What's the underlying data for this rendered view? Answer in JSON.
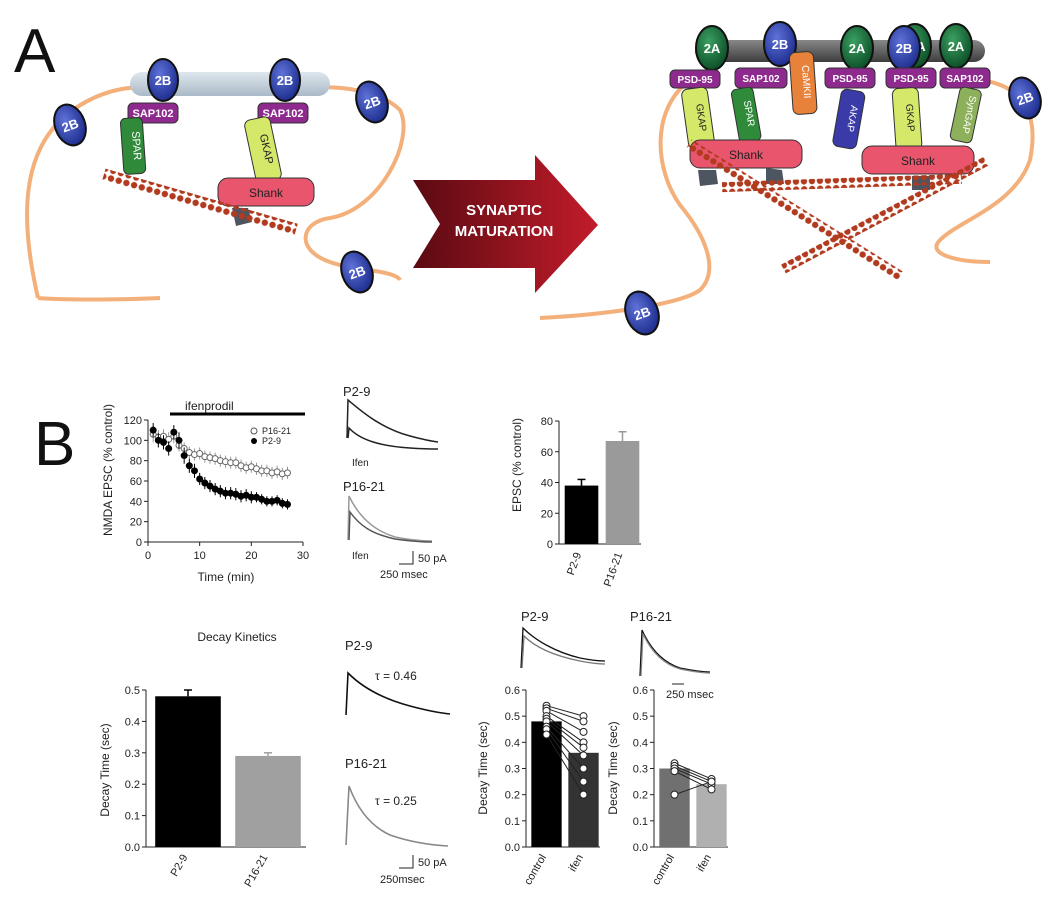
{
  "panel_a": {
    "letter": "A",
    "arrow_label_line1": "SYNAPTIC",
    "arrow_label_line2": "MATURATION",
    "immature": {
      "receptor": "2B",
      "scaffolds": [
        "SAP102",
        "SAP102",
        "SPAR",
        "GKAP",
        "Shank"
      ]
    },
    "mature": {
      "receptors": [
        "2A",
        "2B",
        "2A",
        "2B",
        "A",
        "2A",
        "2B"
      ],
      "scaffolds": [
        "PSD-95",
        "SAP102",
        "CaMKII",
        "PSD-95",
        "PSD-95",
        "SAP102",
        "GKAP",
        "SPAR",
        "AKAP",
        "GKAP",
        "SynGAP",
        "Shank",
        "Shank"
      ]
    }
  },
  "panel_b": {
    "letter": "B",
    "time_course": {
      "bar_label": "ifenprodil",
      "ylabel": "NMDA EPSC (% control)",
      "xlabel": "Time (min)",
      "yticks": [
        "0",
        "20",
        "40",
        "60",
        "80",
        "100",
        "120"
      ],
      "xticks": [
        "0",
        "10",
        "20",
        "30"
      ],
      "legend": [
        "P16-21",
        "P2-9"
      ]
    },
    "traces_top": {
      "label_p29": "P2-9",
      "label_p1621": "P16-21",
      "ifen_1": "Ifen",
      "ifen_2": "Ifen",
      "scale_pa": "50 pA",
      "scale_ms": "250 msec"
    },
    "epsc_bar": {
      "ylabel": "EPSC (% control)",
      "yticks": [
        "0",
        "20",
        "40",
        "60",
        "80"
      ]
    },
    "decay": {
      "title": "Decay  Kinetics",
      "ylabel": "Decay Time (sec)",
      "yticks": [
        "0.0",
        "0.1",
        "0.2",
        "0.3",
        "0.4",
        "0.5"
      ]
    },
    "decay_traces": {
      "label_p29": "P2-9",
      "tau_p29": "τ = 0.46",
      "label_p1621": "P16-21",
      "tau_p1621": "τ = 0.25",
      "scale_pa": "50 pA",
      "scale_ms": "250msec"
    },
    "paired": {
      "label_p29": "P2-9",
      "label_p1621": "P16-21",
      "scale_ms": "250 msec",
      "ylabel": "Decay Time (sec)",
      "yticks": [
        "0.0",
        "0.1",
        "0.2",
        "0.3",
        "0.4",
        "0.5",
        "0.6"
      ]
    }
  },
  "chart_data": [
    {
      "type": "scatter",
      "xlabel": "Time (min)",
      "ylabel": "NMDA EPSC (% control)",
      "xlim": [
        0,
        30
      ],
      "ylim": [
        0,
        120
      ],
      "series": [
        {
          "name": "P16-21",
          "color": "#ffffff",
          "x": [
            1,
            2,
            3,
            4,
            5,
            6,
            7,
            8,
            9,
            10,
            11,
            12,
            13,
            14,
            15,
            16,
            17,
            18,
            19,
            20,
            21,
            22,
            23,
            24,
            25,
            26,
            27
          ],
          "y": [
            106,
            103,
            104,
            101,
            104,
            95,
            92,
            88,
            86,
            87,
            84,
            83,
            82,
            80,
            79,
            78,
            78,
            75,
            73,
            74,
            72,
            70,
            70,
            68,
            69,
            67,
            68
          ],
          "err": [
            8,
            7,
            7,
            7,
            7,
            6,
            6,
            6,
            6,
            6,
            6,
            6,
            6,
            6,
            6,
            6,
            6,
            6,
            6,
            6,
            6,
            6,
            6,
            6,
            6,
            6,
            6
          ]
        },
        {
          "name": "P2-9",
          "color": "#000000",
          "x": [
            1,
            2,
            3,
            4,
            5,
            6,
            7,
            8,
            9,
            10,
            11,
            12,
            13,
            14,
            15,
            16,
            17,
            18,
            19,
            20,
            21,
            22,
            23,
            24,
            25,
            26,
            27
          ],
          "y": [
            110,
            100,
            98,
            92,
            108,
            100,
            85,
            75,
            70,
            62,
            58,
            55,
            52,
            50,
            48,
            48,
            47,
            45,
            46,
            44,
            44,
            42,
            40,
            40,
            41,
            38,
            37
          ],
          "err": [
            7,
            7,
            7,
            7,
            7,
            8,
            8,
            7,
            7,
            6,
            6,
            6,
            6,
            6,
            6,
            6,
            6,
            6,
            6,
            6,
            5,
            5,
            5,
            5,
            5,
            5,
            5
          ]
        }
      ]
    },
    {
      "type": "bar",
      "categories": [
        "P2-9",
        "P16-21"
      ],
      "values": [
        38,
        67
      ],
      "errors": [
        4,
        6
      ],
      "colors": [
        "#000000",
        "#9a9a9a"
      ],
      "ylabel": "EPSC (% control)",
      "ylim": [
        0,
        80
      ]
    },
    {
      "type": "bar",
      "title": "Decay  Kinetics",
      "categories": [
        "P2-9",
        "P16-21"
      ],
      "values": [
        0.48,
        0.29
      ],
      "errors": [
        0.02,
        0.01
      ],
      "colors": [
        "#000000",
        "#a0a0a0"
      ],
      "ylabel": "Decay Time (sec)",
      "ylim": [
        0,
        0.5
      ]
    },
    {
      "type": "bar",
      "title": "P2-9",
      "categories": [
        "control",
        "ifen"
      ],
      "values": [
        0.48,
        0.36
      ],
      "colors": [
        "#000000",
        "#333333"
      ],
      "ylabel": "Decay Time (sec)",
      "ylim": [
        0,
        0.6
      ],
      "pairs": [
        [
          0.54,
          0.5
        ],
        [
          0.53,
          0.48
        ],
        [
          0.52,
          0.44
        ],
        [
          0.5,
          0.4
        ],
        [
          0.49,
          0.38
        ],
        [
          0.48,
          0.35
        ],
        [
          0.46,
          0.3
        ],
        [
          0.45,
          0.25
        ],
        [
          0.43,
          0.2
        ]
      ]
    },
    {
      "type": "bar",
      "title": "P16-21",
      "categories": [
        "control",
        "ifen"
      ],
      "values": [
        0.3,
        0.24
      ],
      "colors": [
        "#707070",
        "#b0b0b0"
      ],
      "ylabel": "Decay Time (sec)",
      "ylim": [
        0,
        0.6
      ],
      "pairs": [
        [
          0.32,
          0.26
        ],
        [
          0.31,
          0.25
        ],
        [
          0.3,
          0.24
        ],
        [
          0.29,
          0.22
        ],
        [
          0.2,
          0.25
        ]
      ]
    }
  ]
}
